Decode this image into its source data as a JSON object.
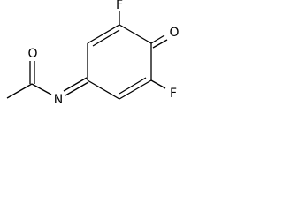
{
  "molecule": {
    "atoms": {
      "carbonyl_oxygen": "O",
      "imine_nitrogen": "N",
      "fluorine_top": "F",
      "ring_oxygen": "O",
      "fluorine_bottom": "F"
    }
  }
}
